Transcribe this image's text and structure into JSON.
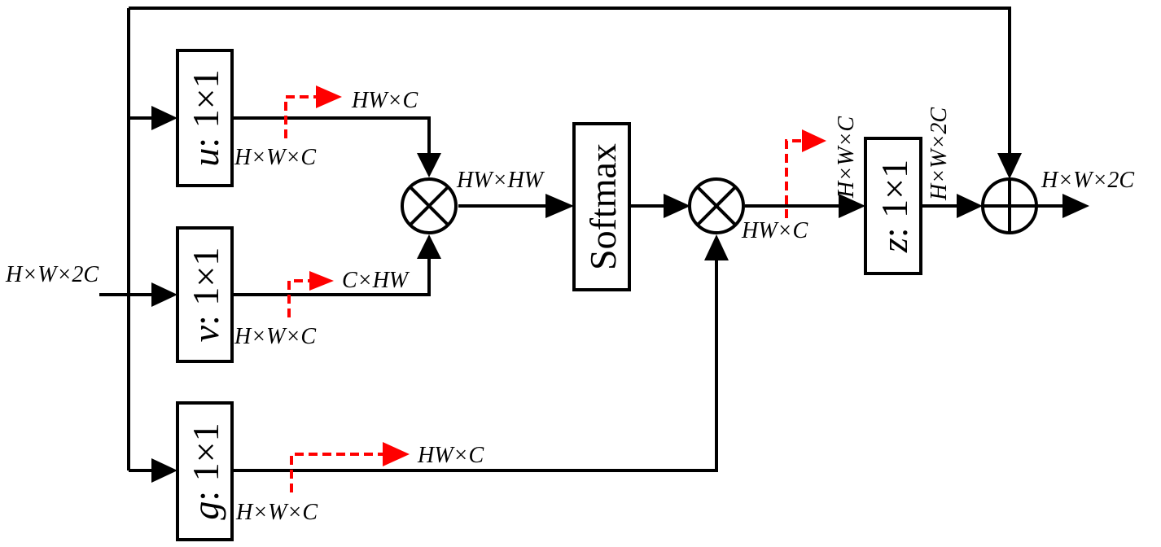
{
  "input": {
    "shape": "H×W×2C"
  },
  "branches": [
    {
      "name": "u",
      "kernel": "1×1",
      "out_shape": "H×W×C",
      "reshaped": "HW×C"
    },
    {
      "name": "v",
      "kernel": "1×1",
      "out_shape": "H×W×C",
      "reshaped": "C×HW"
    },
    {
      "name": "g",
      "kernel": "1×1",
      "out_shape": "H×W×C",
      "reshaped": "HW×C"
    }
  ],
  "ops": {
    "matmul1_out": "HW×HW",
    "softmax_label": "Softmax",
    "matmul2_out": "HW×C",
    "reshape_back": "H×W×C",
    "z": {
      "name": "z",
      "kernel": "1×1",
      "out_shape": "H×W×2C"
    },
    "output_shape": "H×W×2C"
  },
  "colors": {
    "line": "#000000",
    "reshape_arrow": "#ff0000"
  }
}
